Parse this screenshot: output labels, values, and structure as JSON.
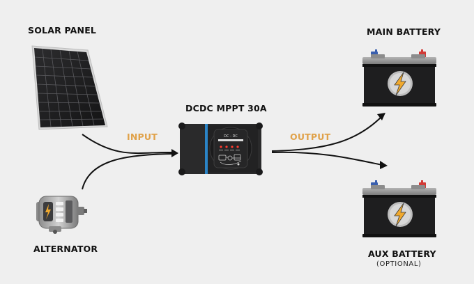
{
  "labels": {
    "solar": "SOLAR PANEL",
    "alternator": "ALTERNATOR",
    "device": "DCDC MPPT 30A",
    "main_battery": "MAIN BATTERY",
    "aux_battery": "AUX BATTERY",
    "aux_note": "(OPTIONAL)",
    "input": "INPUT",
    "output": "OUTPUT"
  },
  "device_screen": {
    "title": "DC - DC"
  },
  "colors": {
    "background": "#efefef",
    "accent": "#e0a24a",
    "device_body": "#2a2a2b",
    "device_stripe": "#2b84c6",
    "battery_body": "#1e1e1f",
    "battery_top": "#9a9a9a",
    "bolt": "#f0a92e",
    "terminal_pos": "#d23a36",
    "terminal_neg": "#3a5fae"
  },
  "icons": [
    "solar-panel-icon",
    "alternator-icon",
    "charger-device-icon",
    "battery-icon",
    "lightning-bolt-icon"
  ]
}
